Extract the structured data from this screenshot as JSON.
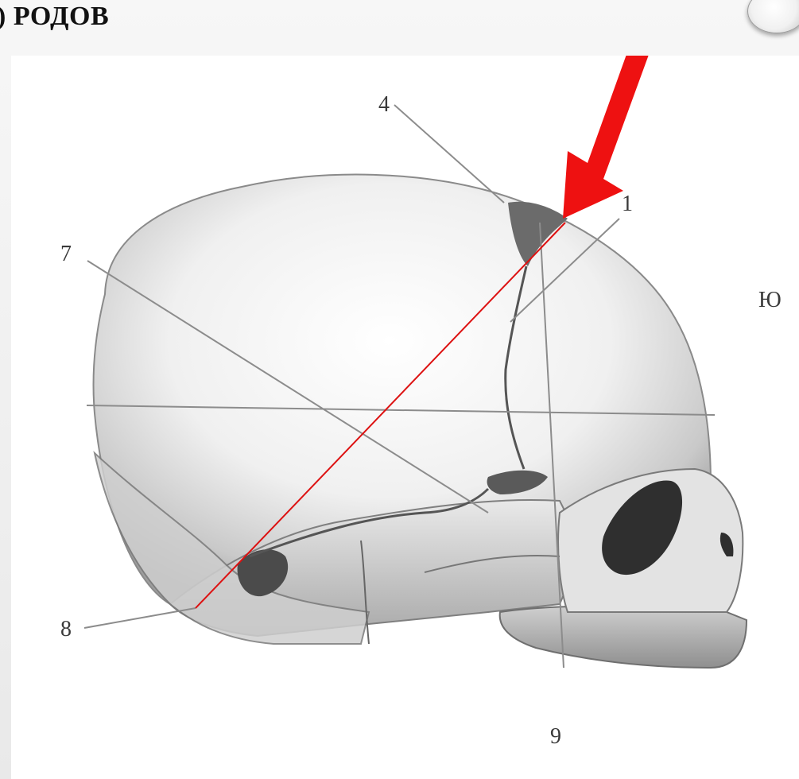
{
  "header": {
    "title": ") РОДОВ"
  },
  "figure": {
    "labels": {
      "l1": "1",
      "l4": "4",
      "l7": "7",
      "l8": "8",
      "l9": "9",
      "l10": "Ю"
    }
  },
  "colors": {
    "arrow": "#ee1111",
    "measure_line": "#dd1111",
    "ink": "#3a3a3a",
    "bone": "#e6e6e6"
  }
}
